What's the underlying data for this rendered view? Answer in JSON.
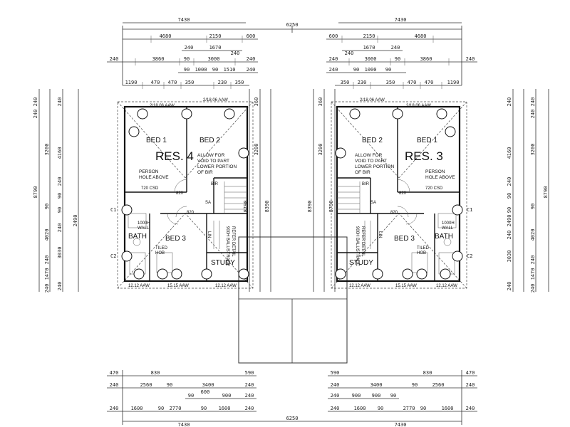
{
  "top_dims": {
    "overall": "6250",
    "left_half": "7430",
    "right_half": "7430",
    "row1_left": [
      "4680",
      "2150",
      "600"
    ],
    "row1_right": [
      "600",
      "2150",
      "4680"
    ],
    "row2_left": [
      "240",
      "1670",
      "240"
    ],
    "row2_right": [
      "240",
      "1670",
      "240"
    ],
    "row3_left": [
      "240",
      "3860",
      "90",
      "3000",
      "240"
    ],
    "row3_right": [
      "240",
      "3000",
      "90",
      "3860",
      "240"
    ],
    "row4_left": [
      "90",
      "1000",
      "90",
      "1510",
      "240"
    ],
    "row4_right": [
      "240",
      "90",
      "1000",
      "90"
    ],
    "row5_left": [
      "1190",
      "470",
      "470",
      "350",
      "230",
      "350"
    ],
    "row5_right": [
      "350",
      "230",
      "350",
      "470",
      "470",
      "1190"
    ]
  },
  "bottom_dims": {
    "overall": "6250",
    "left_half": "7430",
    "right_half": "7430",
    "row1_left": [
      "470",
      "830",
      "590"
    ],
    "row1_right": [
      "590",
      "830",
      "470"
    ],
    "row2_left": [
      "240",
      "2560",
      "90",
      "3400",
      "240"
    ],
    "row2_right": [
      "240",
      "3400",
      "90",
      "2560",
      "240"
    ],
    "row3_left": [
      "90",
      "600",
      "900",
      "240"
    ],
    "row3_right": [
      "240",
      "900",
      "900",
      "90"
    ],
    "row4_left": [
      "240",
      "1600",
      "90",
      "2770",
      "90",
      "1600",
      "240"
    ],
    "row4_right": [
      "240",
      "1600",
      "90",
      "2770",
      "90",
      "1600",
      "240"
    ]
  },
  "side_dims": {
    "outer_left": [
      "240",
      "240",
      "3200",
      "90",
      "4020",
      "240",
      "1470",
      "240"
    ],
    "mid_left": [
      "240",
      "4160",
      "240",
      "90",
      "2490",
      "90",
      "240",
      "3030",
      "240"
    ],
    "inner_left": [
      "360",
      "3200",
      "8390",
      "8790"
    ],
    "inner_right": [
      "360",
      "3200",
      "8390",
      "8790"
    ],
    "mid_right": [
      "240",
      "4160",
      "240",
      "90",
      "2490",
      "90",
      "240",
      "3030",
      "240"
    ],
    "outer_right": [
      "240",
      "240",
      "3200",
      "90",
      "4020",
      "240",
      "1470",
      "240"
    ],
    "overall_left": "8790",
    "overall_right": "8790"
  },
  "residence_left": {
    "label": "RES. 4",
    "bed1": "BED 1",
    "bed2": "BED 2",
    "bed3": "BED 3",
    "bath": "BATH",
    "study": "STUDY",
    "window_top1": "2/18.06 AAW",
    "window_top2": "2/18.06 AAW",
    "window_bot1": "12.12 AAW",
    "window_bot2": "15.15 AAW",
    "window_bot3": "12.12 AAW",
    "void_note": [
      "ALLOW FOR",
      "VOID TO PART",
      "LOWER PORTION",
      "OF BIR"
    ],
    "person_hole": [
      "PERSON",
      "HOLE ABOVE"
    ],
    "robe": "720 CSD",
    "door1": "820",
    "door2": "820",
    "bir": "BIR",
    "lin": "LIN",
    "tiled_hob": [
      "TILED",
      "HOB"
    ],
    "wall_note": [
      "1000H",
      "WALL"
    ],
    "balustrade": [
      "900H BALUSTRADE",
      "REFER DETAIL"
    ],
    "sa": "SA"
  },
  "residence_right": {
    "label": "RES. 3",
    "bed1": "BED 1",
    "bed2": "BED 2",
    "bed3": "BED 3",
    "bath": "BATH",
    "study": "STUDY",
    "window_top1": "2/18.06 AAW",
    "window_top2": "2/18.06 AAW",
    "window_bot1": "12.12 AAW",
    "window_bot2": "15.15 AAW",
    "window_bot3": "12.12 AAW",
    "void_note": [
      "ALLOW FOR",
      "VOID TO PART",
      "LOWER PORTION",
      "OF BIR"
    ],
    "person_hole": [
      "PERSON",
      "HOLE ABOVE"
    ],
    "robe": "720 CSD",
    "door1": "820",
    "door2": "820",
    "bir": "BIR",
    "lin": "LIN",
    "tiled_hob": [
      "TILED",
      "HOB"
    ],
    "wall_note": [
      "1000H",
      "WALL"
    ],
    "balustrade": [
      "900H BALUSTRADE",
      "REFER DETAIL"
    ],
    "sa": "SA"
  },
  "grid_marks": {
    "c1": "C1",
    "c2": "C2"
  }
}
